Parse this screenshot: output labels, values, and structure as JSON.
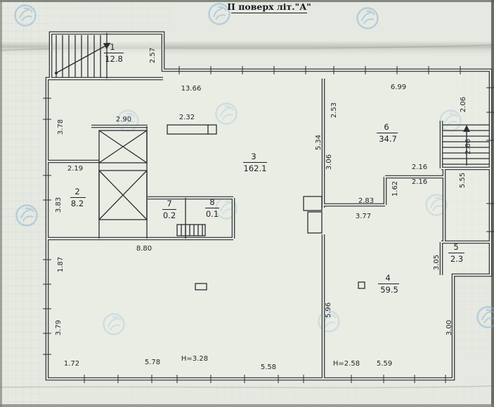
{
  "title": "ІІ поверх літ.\"А\"",
  "rooms": {
    "r1": {
      "number": "1",
      "area": "12.8"
    },
    "r2": {
      "number": "2",
      "area": "8.2"
    },
    "r3": {
      "number": "3",
      "area": "162.1"
    },
    "r4": {
      "number": "4",
      "area": "59.5"
    },
    "r5": {
      "number": "5",
      "area": "2.3"
    },
    "r6": {
      "number": "6",
      "area": "34.7"
    },
    "r7": {
      "number": "7",
      "area": "0.2"
    },
    "r8": {
      "number": "8",
      "area": "0.1"
    }
  },
  "dims": {
    "room1_depth": "2.57",
    "left_top_width": "13.66",
    "right_top_width": "6.99",
    "right_upper_height": "2.06",
    "divider_upper_height": "2.53",
    "left_upper_height": "3.78",
    "shaft_width": "2.90",
    "counter_width": "2.32",
    "divider_mid_height": "5.34",
    "divider_inner_height": "3.06",
    "stair_height": "2.66",
    "room2_top_width": "2.19",
    "room6_step_a": "2.16",
    "room6_step_b": "2.16",
    "right_mid_height": "5.55",
    "room6_notch_height": "1.62",
    "room2_height": "3.83",
    "room6_bottom_a": "2.83",
    "room6_bottom_b": "3.77",
    "mid_wall_width": "8.80",
    "left_lower_a": "1.87",
    "room5_side_height": "3.05",
    "room4_left_height": "5.96",
    "right_lower_height": "3.00",
    "left_lower_b": "3.79",
    "bottom_w1": "1.72",
    "bottom_w2": "5.78",
    "ceiling_note_left": "Н=3.28",
    "bottom_w3": "5.58",
    "ceiling_note_right": "Н=2.58",
    "bottom_w4": "5.59"
  },
  "colors": {
    "paper": "#e6e9e1",
    "ink": "#2b2e33",
    "watermark": "#84b1d6"
  }
}
